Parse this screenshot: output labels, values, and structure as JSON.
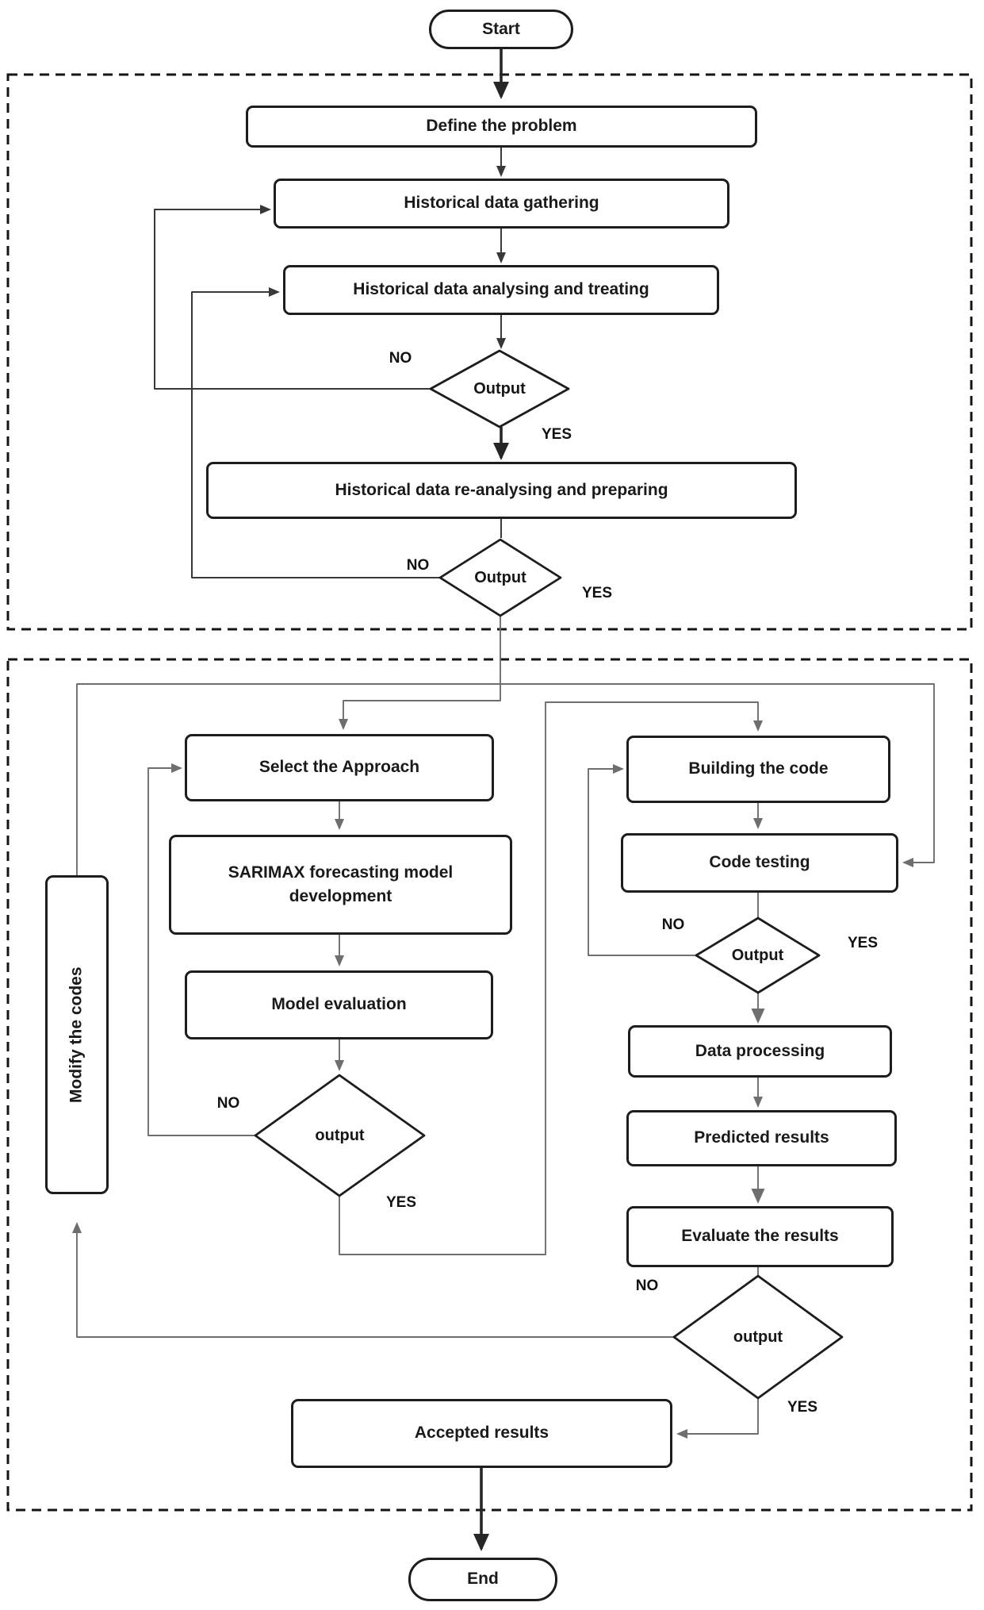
{
  "figure": {
    "background": "#ffffff",
    "colors": {
      "box_border": "#1d1d1d",
      "dashed_border": "#151515",
      "line_dark": "#383838",
      "line_gray": "#6e6e6e",
      "text": "#1a1a1a"
    },
    "terminators": {
      "start": "Start",
      "end": "End"
    },
    "phase1": {
      "define": "Define the problem",
      "gathering": "Historical data gathering",
      "analysing": "Historical data analysing and treating",
      "output1": "Output",
      "reanalysing": "Historical data re-analysing and preparing",
      "output2": "Output"
    },
    "phase2": {
      "modify": "Modify the codes",
      "select": "Select the Approach",
      "sarimax": "SARIMAX forecasting model development",
      "model_evaluation": "Model evaluation",
      "model_output": "output",
      "building": "Building the code",
      "code_testing": "Code testing",
      "code_output": "Output",
      "data_processing": "Data processing",
      "predicted": "Predicted results",
      "evaluate": "Evaluate the results",
      "final_output": "output",
      "accepted": "Accepted results"
    },
    "branch_labels": {
      "no": "NO",
      "yes": "YES"
    }
  }
}
